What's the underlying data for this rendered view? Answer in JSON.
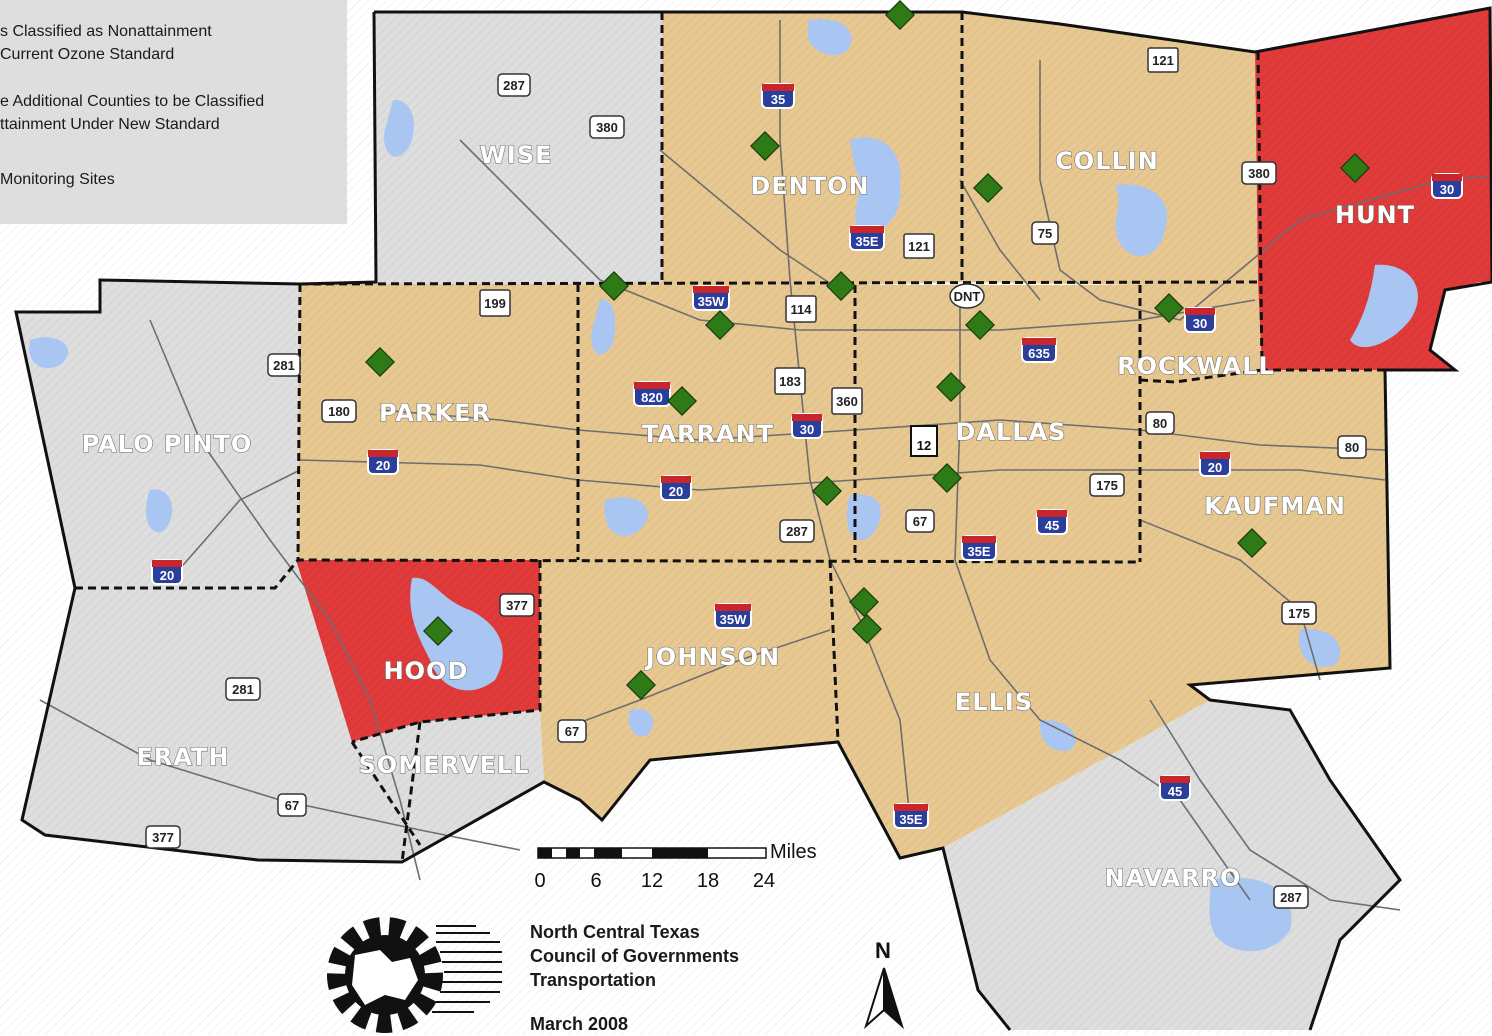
{
  "legend": {
    "items": [
      {
        "line1": "s Classified as Nonattainment",
        "line2": "Current Ozone Standard"
      },
      {
        "line1": "e Additional Counties to be Classified",
        "line2": "ttainment Under New Standard"
      },
      {
        "line1": "Monitoring Sites",
        "line2": ""
      }
    ]
  },
  "counties": {
    "wise": "WISE",
    "denton": "DENTON",
    "collin": "COLLIN",
    "hunt": "HUNT",
    "palo_pinto": "PALO PINTO",
    "parker": "PARKER",
    "tarrant": "TARRANT",
    "dallas": "DALLAS",
    "rockwall": "ROCKWALL",
    "kaufman": "KAUFMAN",
    "hood": "HOOD",
    "johnson": "JOHNSON",
    "ellis": "ELLIS",
    "erath": "ERATH",
    "somervell": "SOMERVELL",
    "navarro": "NAVARRO"
  },
  "colors": {
    "current_nonattainment": "#e8c891",
    "new_standard": "#e03a3a",
    "other_county": "#dedede",
    "water": "#a9c6f2",
    "monitor": "#2e7a16"
  },
  "scale_bar": {
    "unit": "Miles",
    "ticks": [
      "0",
      "6",
      "12",
      "18",
      "24"
    ]
  },
  "shields": {
    "i35": "35",
    "i35w": "35W",
    "i35e": "35E",
    "i820": "820",
    "i30": "30",
    "i20": "20",
    "i635": "635",
    "i45": "45",
    "us287": "287",
    "us380": "380",
    "us199": "199",
    "us281": "281",
    "us180": "180",
    "us377": "377",
    "us67": "67",
    "us75": "75",
    "us80": "80",
    "us175": "175",
    "sh121": "121",
    "sh114": "114",
    "sh183": "183",
    "sh360": "360",
    "sh12": "12",
    "dnt": "DNT"
  },
  "credit": {
    "org_line1": "North Central Texas",
    "org_line2": "Council of Governments",
    "org_line3": "Transportation",
    "date": "March 2008"
  },
  "north_arrow": {
    "label": "N"
  }
}
